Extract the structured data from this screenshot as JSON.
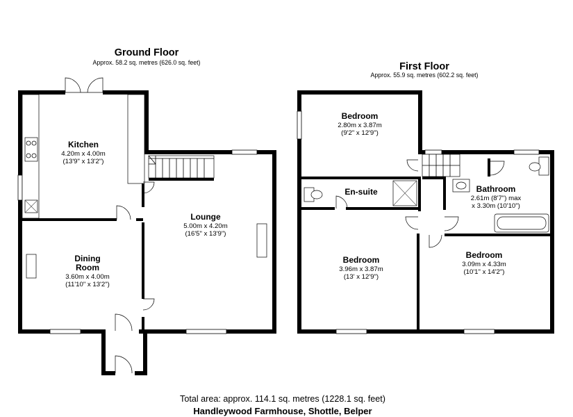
{
  "ground_floor": {
    "title": "Ground Floor",
    "area": "Approx. 58.2 sq. metres (626.0 sq. feet)",
    "rooms": [
      {
        "name": "Kitchen",
        "dim_m": "4.20m x 4.00m",
        "dim_ft": "(13'9\" x 13'2\")"
      },
      {
        "name_line1": "Dining",
        "name_line2": "Room",
        "dim_m": "3.60m x 4.00m",
        "dim_ft": "(11'10\" x 13'2\")"
      },
      {
        "name": "Lounge",
        "dim_m": "5.00m x 4.20m",
        "dim_ft": "(16'5\" x 13'9\")"
      }
    ]
  },
  "first_floor": {
    "title": "First Floor",
    "area": "Approx. 55.9 sq. metres (602.2 sq. feet)",
    "rooms": [
      {
        "name": "Bedroom",
        "dim_m": "2.80m x 3.87m",
        "dim_ft": "(9'2\" x 12'9\")"
      },
      {
        "name": "En-suite"
      },
      {
        "name": "Bathroom",
        "dim_m": "2.61m (8'7\") max",
        "dim_ft": "x 3.30m (10'10\")"
      },
      {
        "name": "Bedroom",
        "dim_m": "3.96m x 3.87m",
        "dim_ft": "(13' x 12'9\")"
      },
      {
        "name": "Bedroom",
        "dim_m": "3.09m x 4.33m",
        "dim_ft": "(10'1\" x 14'2\")"
      }
    ]
  },
  "footer": {
    "total": "Total area: approx. 114.1 sq. metres (1228.1 sq. feet)",
    "property": "Handleywood Farmhouse, Shottle, Belper"
  }
}
